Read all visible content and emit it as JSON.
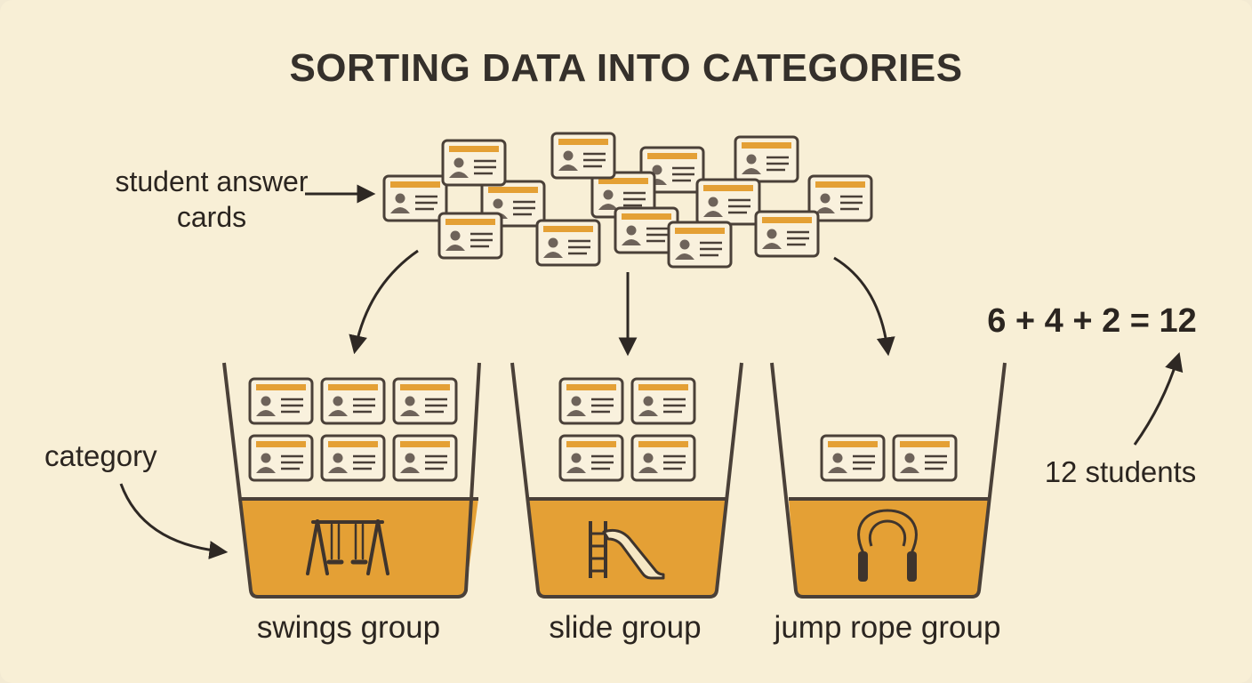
{
  "title": "SORTING DATA INTO CATEGORIES",
  "labels": {
    "student_cards": "student answer cards",
    "category": "category",
    "total_students": "12 students"
  },
  "equation": "6 + 4 + 2 = 12",
  "groups": [
    {
      "label": "swings group",
      "count": 6,
      "icon": "swing-set-icon"
    },
    {
      "label": "slide group",
      "count": 4,
      "icon": "slide-icon"
    },
    {
      "label": "jump rope group",
      "count": 2,
      "icon": "jump-rope-icon"
    }
  ],
  "pile_card_count": 14,
  "colors": {
    "background": "#f8efd6",
    "accent": "#e4a035",
    "outline": "#4a4038",
    "card_fill": "#f9f1dd",
    "ink": "#2b2520"
  }
}
